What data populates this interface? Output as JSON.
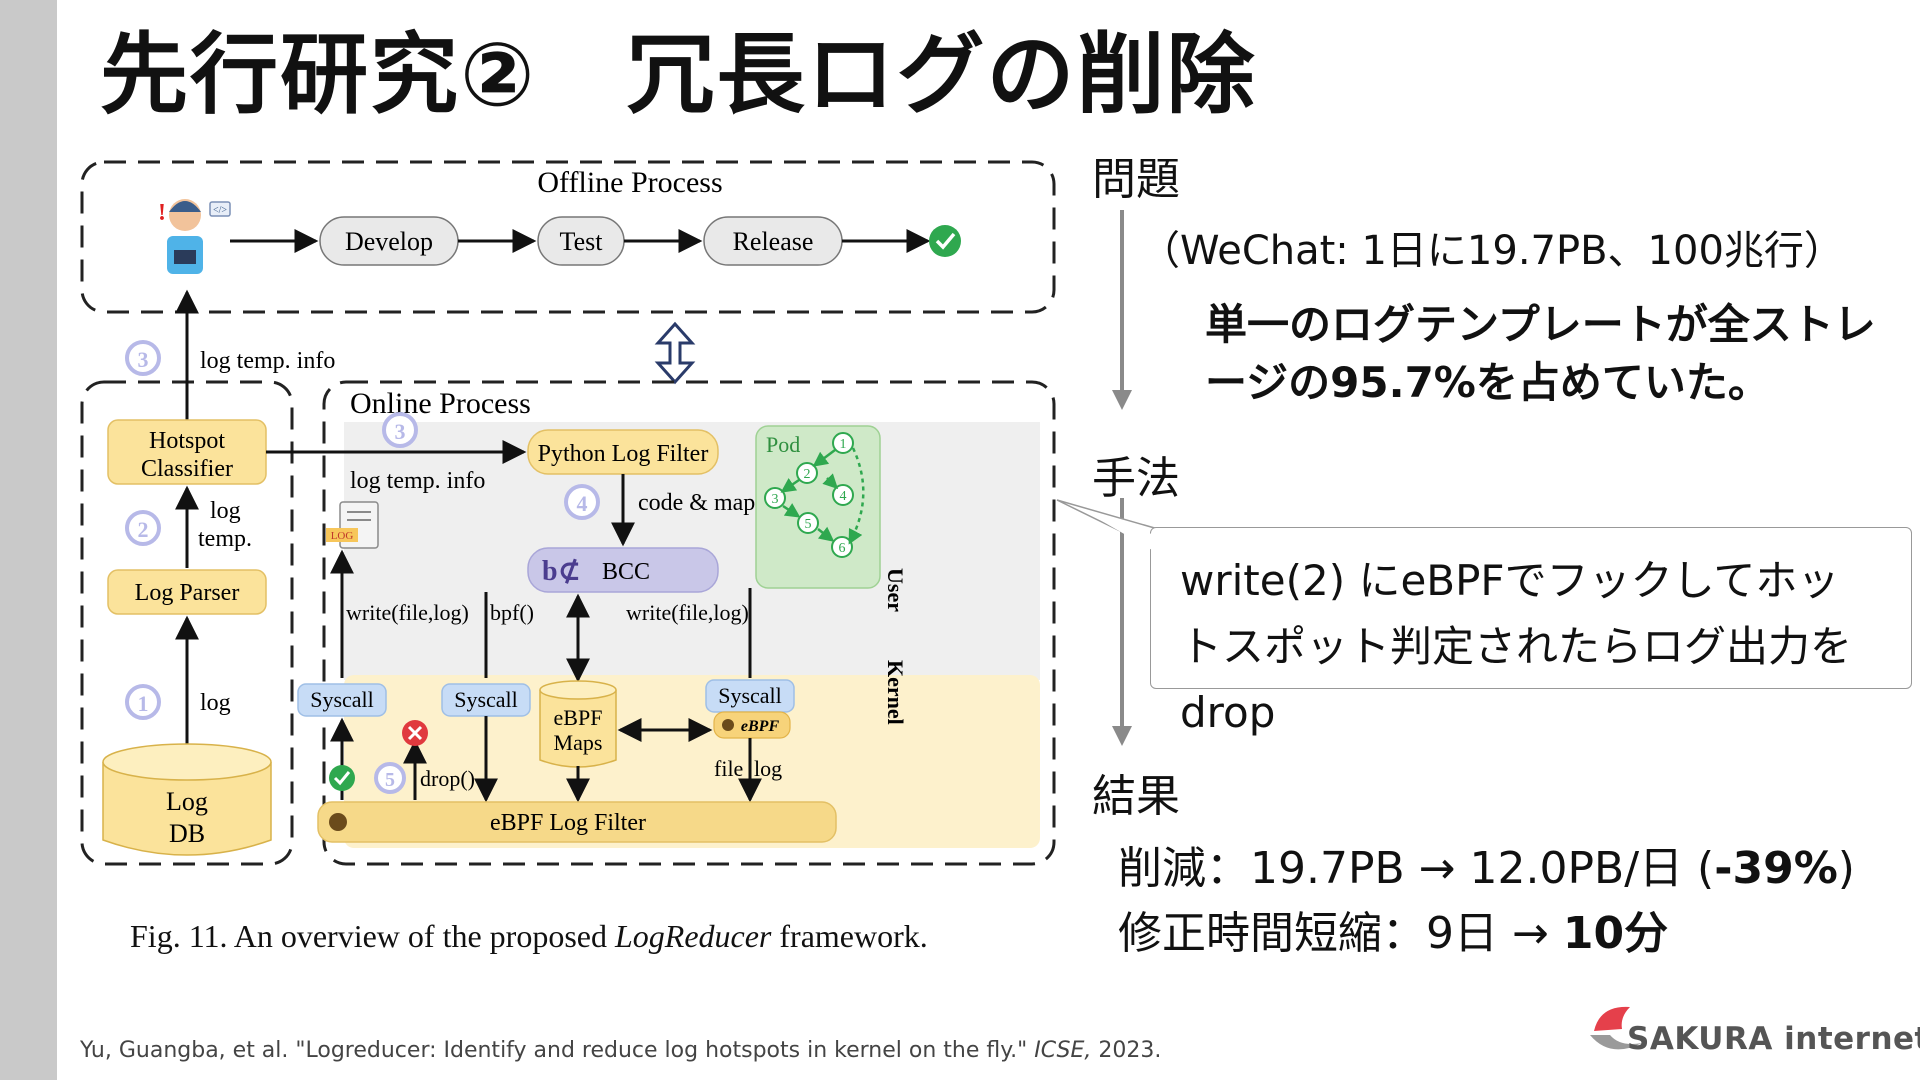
{
  "slide": {
    "title": "先行研究②　冗長ログの削除",
    "problem_label": "問題",
    "problem_note": "（WeChat: 1日に19.7PB、100兆行）",
    "problem_bold": "単一のログテンプレートが全ストレージの95.7%を占めていた。",
    "method_label": "手法",
    "method_callout": "write(2) にeBPFでフックしてホットスポット判定されたらログ出力をdrop",
    "result_label": "結果",
    "result_line1_prefix": "削減：19.7PB → 12.0PB/日 (",
    "result_line1_bold": "-39%",
    "result_line1_suffix": ")",
    "result_line2_prefix": "修正時間短縮：9日 → ",
    "result_line2_bold": "10分",
    "citation_main": "Yu, Guangba, et al. \"Logreducer: Identify and reduce log hotspots in kernel on the fly.\" ",
    "citation_venue": "ICSE,",
    "citation_year": " 2023.",
    "logo_text": "SAKURA internet"
  },
  "figure": {
    "caption_prefix": "Fig. 11.   An overview of the proposed ",
    "caption_em": "LogReducer",
    "caption_suffix": " framework.",
    "offline_title": "Offline Process",
    "online_title": "Online Process",
    "develop": "Develop",
    "test": "Test",
    "release": "Release",
    "log_temp_info_top": "log temp. info",
    "log_temp_info_mid": "log temp. info",
    "hotspot_line1": "Hotspot",
    "hotspot_line2": "Classifier",
    "log_temp_line1": "log",
    "log_temp_line2": "temp.",
    "log_parser": "Log Parser",
    "log_label": "log",
    "log_db_line1": "Log",
    "log_db_line2": "DB",
    "python_filter": "Python Log Filter",
    "code_maps": "code & maps",
    "bcc": "BCC",
    "pod": "Pod",
    "log_icon": "LOG",
    "write_left": "write(file,log)",
    "bpf": "bpf()",
    "write_right": "write(file,log)",
    "user_label": "User",
    "kernel_label": "Kernel",
    "syscall": "Syscall",
    "ebpf_maps_line1": "eBPF",
    "ebpf_maps_line2": "Maps",
    "ebpf_badge": "eBPF",
    "file_label": "file",
    "log_label2": "log",
    "drop": "drop()",
    "ebpf_log_filter": "eBPF Log Filter",
    "num1": "1",
    "num2": "2",
    "num3": "3",
    "num4": "4",
    "num5": "5",
    "num6": "6",
    "exclamation": "!",
    "code_tag": "</>"
  }
}
